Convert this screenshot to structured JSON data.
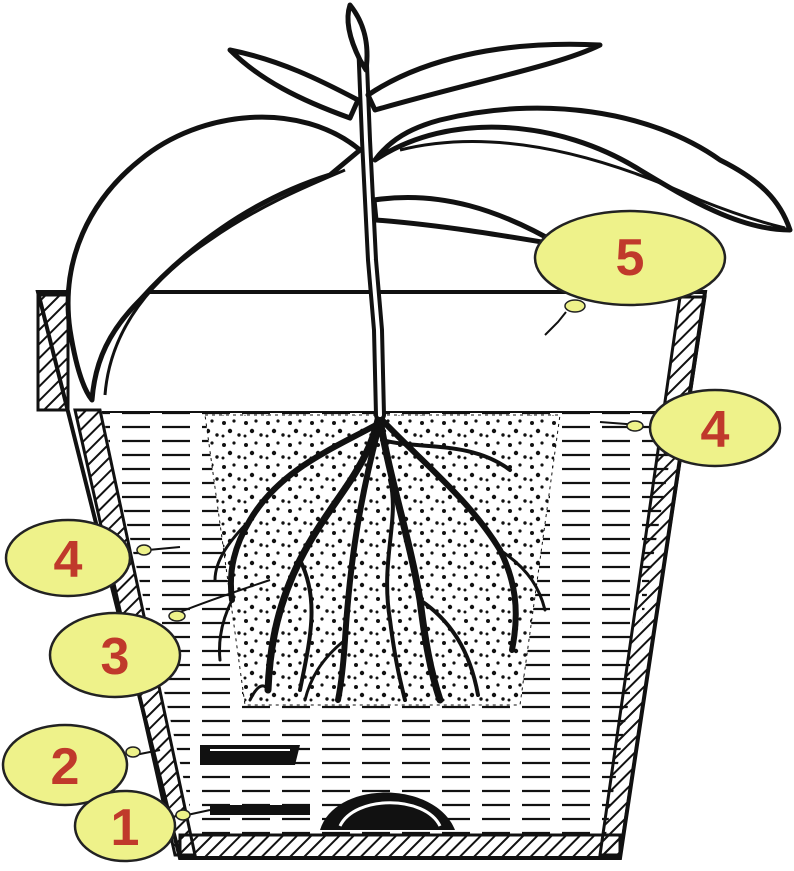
{
  "callouts": [
    {
      "id": "c5",
      "label": "5"
    },
    {
      "id": "c4-right",
      "label": "4"
    },
    {
      "id": "c4-left",
      "label": "4"
    },
    {
      "id": "c3",
      "label": "3"
    },
    {
      "id": "c2",
      "label": "2"
    },
    {
      "id": "c1",
      "label": "1"
    }
  ],
  "colors": {
    "callout_fill": "#eef28a",
    "callout_stroke": "#222222",
    "callout_text": "#c0392b",
    "ink": "#111111",
    "paper": "#ffffff"
  }
}
